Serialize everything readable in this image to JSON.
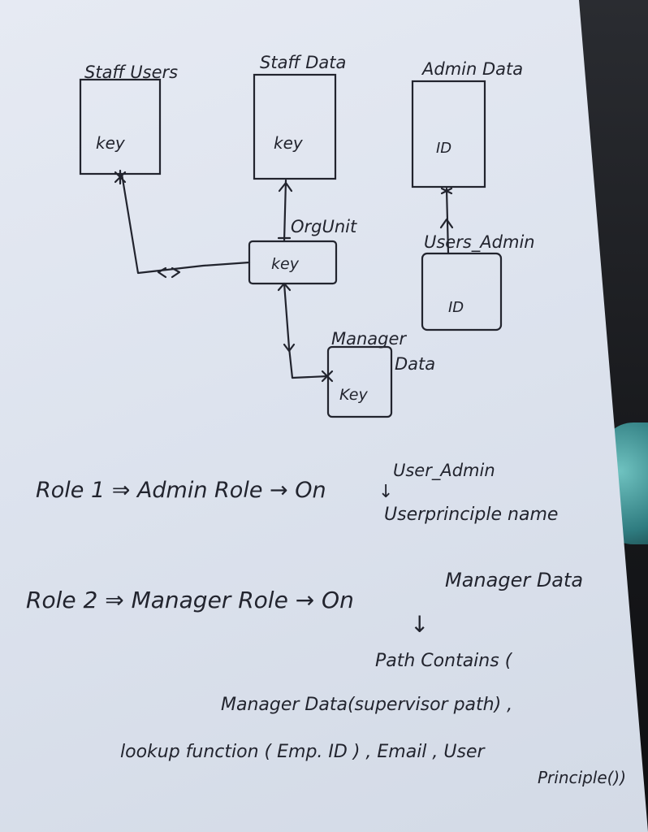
{
  "diagram": {
    "entities": {
      "staff_users": {
        "title": "Staff Users",
        "field": "key"
      },
      "staff_data": {
        "title": "Staff Data",
        "field": "key"
      },
      "admin_data": {
        "title": "Admin Data",
        "field": "ID"
      },
      "org_unit": {
        "title": "OrgUnit",
        "field": "key"
      },
      "users_admin": {
        "title": "Users_Admin",
        "field": "ID"
      },
      "manager_data": {
        "title_line1": "Manager",
        "title_line2": "Data",
        "field": "Key"
      }
    },
    "notes": {
      "role1": {
        "line": "Role 1 ⇒ Admin Role → On",
        "target": "User_Admin",
        "arrow": "↓",
        "detail": "Userprinciple name"
      },
      "role2": {
        "line": "Role 2 ⇒ Manager Role → On",
        "target": "Manager Data",
        "arrow": "↓",
        "detail_line1": "Path Contains (",
        "detail_line2": "Manager Data(supervisor path) ,",
        "detail_line3": "lookup function ( Emp. ID ) , Email , User",
        "detail_line4": "Principle())"
      }
    }
  }
}
